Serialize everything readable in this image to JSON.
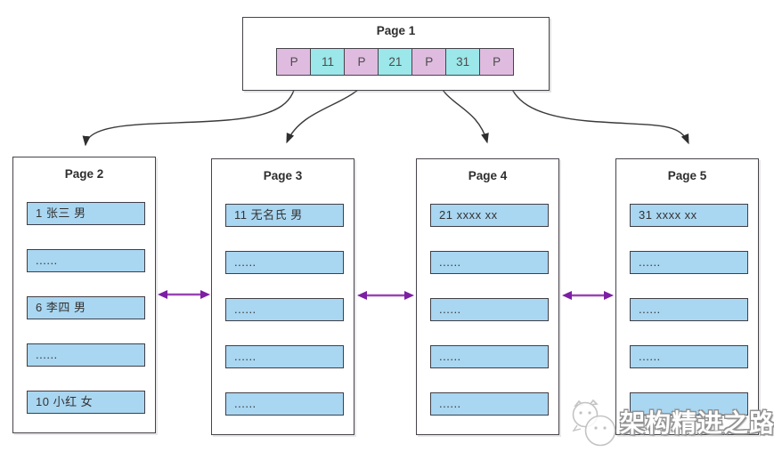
{
  "diagram": {
    "type": "b+tree-index-pages",
    "root": {
      "title": "Page 1",
      "cells": [
        "P",
        "11",
        "P",
        "21",
        "P",
        "31",
        "P"
      ]
    },
    "pages": [
      {
        "title": "Page 2",
        "rows": [
          "1  张三 男",
          "......",
          "6  李四 男",
          "......",
          "10  小红 女"
        ]
      },
      {
        "title": "Page 3",
        "rows": [
          "11  无名氏 男",
          "......",
          "......",
          "......",
          "......"
        ]
      },
      {
        "title": "Page 4",
        "rows": [
          "21  xxxx xx",
          "......",
          "......",
          "......",
          "......"
        ]
      },
      {
        "title": "Page 5",
        "rows": [
          "31  xxxx xx",
          "......",
          "......",
          "......",
          ""
        ]
      }
    ],
    "colors": {
      "pointer_cell": "#dfbcdf",
      "key_cell": "#9be7e9",
      "record_row": "#a9d6f1",
      "sibling_arrow": "#8e2da8",
      "line": "#3a3a3a"
    }
  },
  "watermark": {
    "text": "架构精进之路"
  }
}
